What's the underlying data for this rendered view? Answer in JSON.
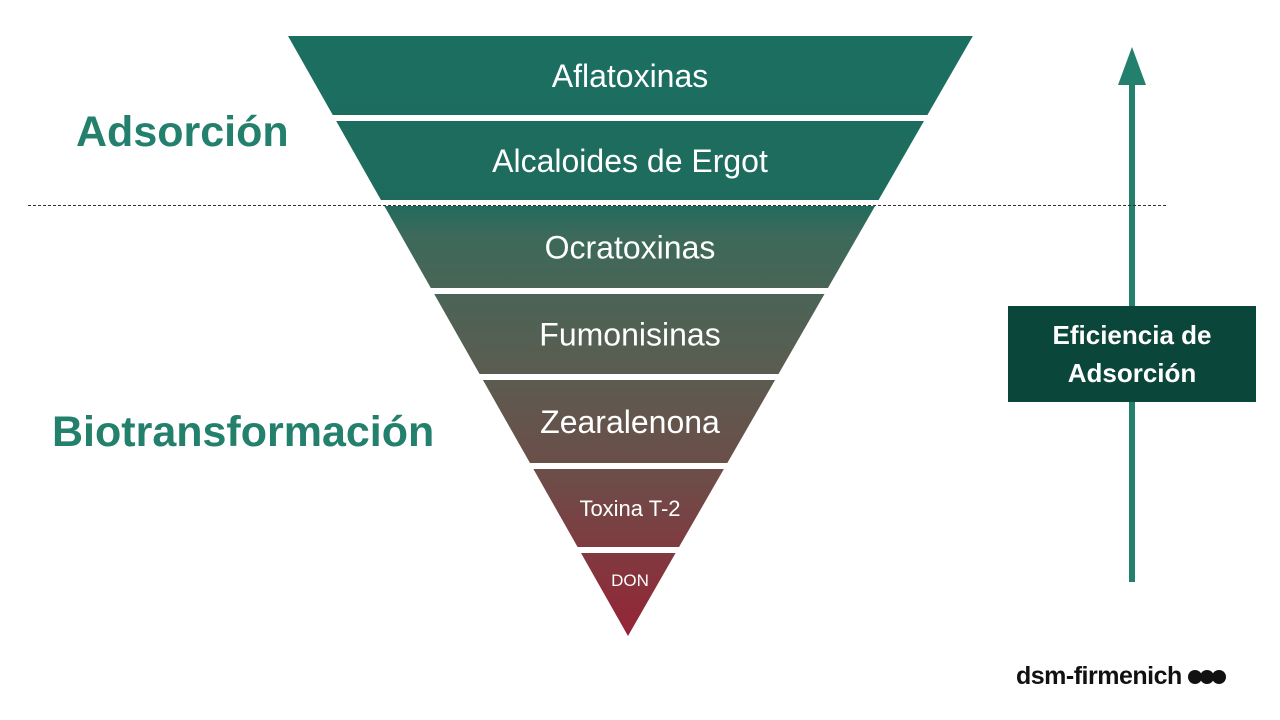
{
  "levels": [
    {
      "label": "Aflatoxinas"
    },
    {
      "label": "Alcaloides de Ergot"
    },
    {
      "label": "Ocratoxinas"
    },
    {
      "label": "Fumonisinas"
    },
    {
      "label": "Zearalenona"
    },
    {
      "label": "Toxina T-2"
    },
    {
      "label": "DON"
    }
  ],
  "categories": {
    "top": "Adsorción",
    "bottom": "Biotransformación"
  },
  "arrow_box": {
    "line1": "Eficiencia de",
    "line2": "Adsorción"
  },
  "logo": {
    "text": "dsm-firmenich"
  },
  "colors": {
    "top": "#1b6f61",
    "bottom": "#8f2535",
    "label": "#23806c",
    "box": "#0b463a"
  }
}
